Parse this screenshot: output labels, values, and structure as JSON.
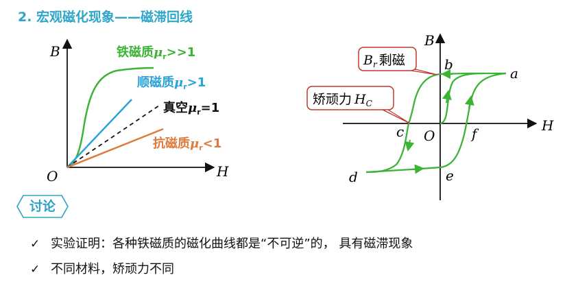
{
  "title": "2. 宏观磁化现象——磁滞回线",
  "left_plot": {
    "axis_y": "B",
    "axis_x": "H",
    "origin": "O",
    "curves": [
      {
        "label": "铁磁质",
        "mu": "μr",
        "cond": ">>1",
        "color": "#3db335"
      },
      {
        "label": "顺磁质",
        "mu": "μr",
        "cond": ">1",
        "color": "#2aa3d8"
      },
      {
        "label": "真空",
        "mu": "μr",
        "cond": "=1",
        "color": "#111111"
      },
      {
        "label": "抗磁质",
        "mu": "μr",
        "cond": "<1",
        "color": "#e07a3a"
      }
    ]
  },
  "right_plot": {
    "axis_y": "B",
    "axis_x": "H",
    "origin": "O",
    "points": {
      "a": "a",
      "b": "b",
      "c": "c",
      "d": "d",
      "e": "e",
      "f": "f"
    },
    "br_label": "剩磁",
    "br_symbol": "B",
    "br_sub": "r",
    "hc_label": "矫顽力",
    "hc_symbol": "H",
    "hc_sub": "C",
    "loop_color": "#3db335",
    "callout_border": "#c0392b"
  },
  "discussion_tag": "讨论",
  "bullets": [
    "实验证明：各种铁磁质的磁化曲线都是“不可逆”的， 具有磁滞现象",
    "不同材料，矫顽力不同"
  ],
  "check_icon": "✓"
}
